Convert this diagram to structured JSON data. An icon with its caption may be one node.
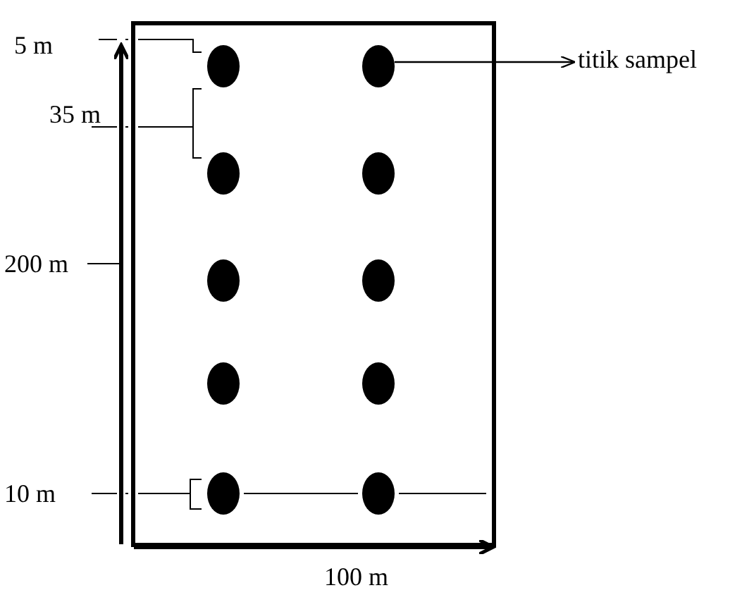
{
  "diagram": {
    "nodes": [
      {
        "text": [],
        "shape": "box"
      },
      {
        "text": [],
        "shape": "circle",
        "in": 0
      },
      {
        "text": [],
        "shape": "circle",
        "in": 0
      },
      {
        "text": [],
        "shape": "circle",
        "in": 0
      },
      {
        "text": [],
        "shape": "circle",
        "in": 0
      },
      {
        "text": [],
        "shape": "circle",
        "in": 0
      },
      {
        "text": [],
        "shape": "circle",
        "in": 0
      },
      {
        "text": [],
        "shape": "circle",
        "in": 0
      },
      {
        "text": [],
        "shape": "circle",
        "in": 0
      },
      {
        "text": [],
        "shape": "circle",
        "in": 0
      },
      {
        "text": [],
        "shape": "circle",
        "in": 0
      },
      {
        "text": [
          "titik sampel"
        ]
      }
    ],
    "edges": [
      {
        "from": 2,
        "to": 11,
        "arrow": "to"
      }
    ],
    "labels": [
      "5 m",
      "35 m",
      "200 m",
      "10 m",
      "100 m"
    ]
  }
}
